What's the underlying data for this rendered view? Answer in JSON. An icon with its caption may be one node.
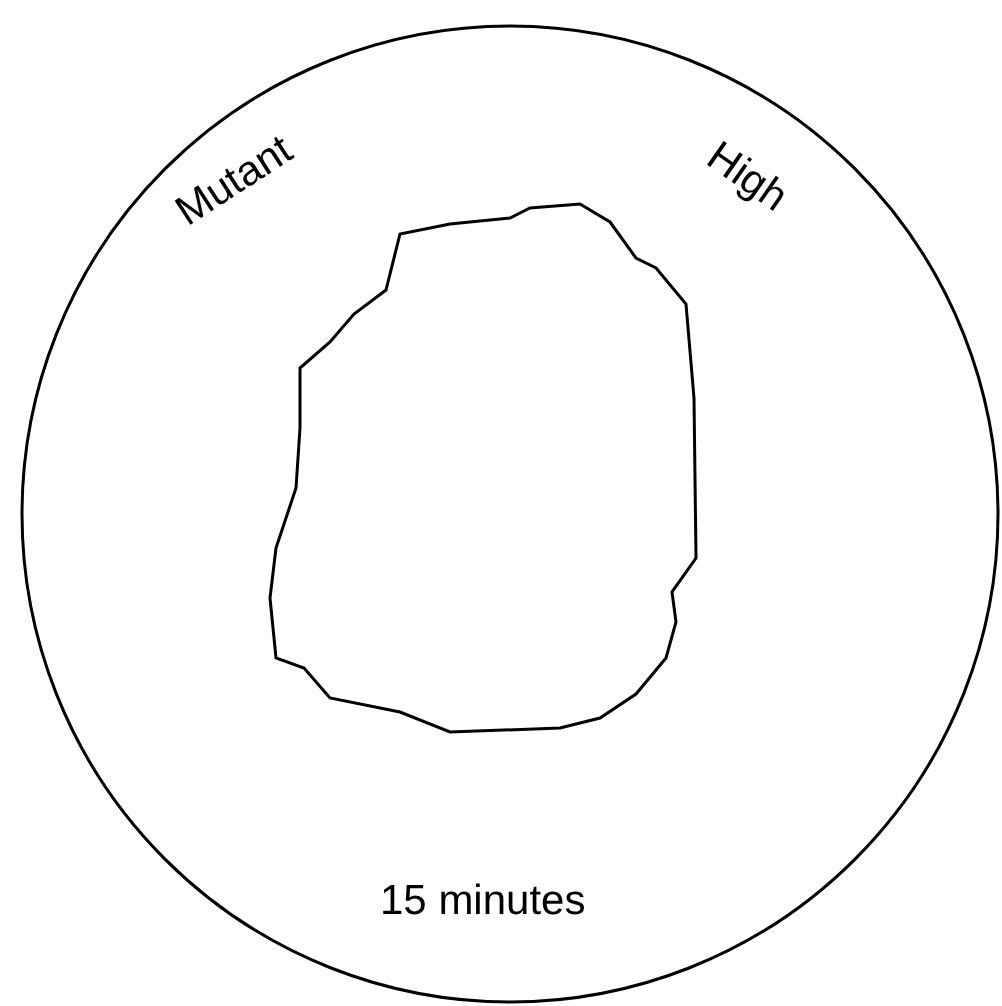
{
  "diagram": {
    "nodes": [
      {
        "text": [
          "Mutant",
          "High",
          "15 minutes"
        ]
      },
      {
        "text": [],
        "shape": "blob",
        "in": 0
      }
    ]
  }
}
